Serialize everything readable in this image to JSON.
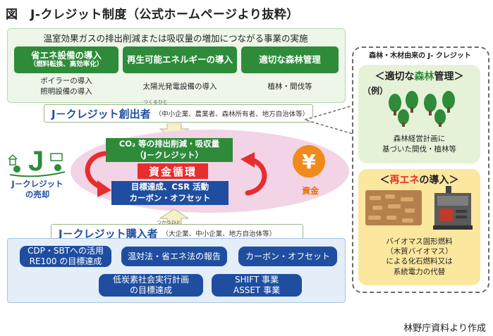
{
  "title": "図　J-クレジット制度（公式ホームページより抜粋）",
  "creator": {
    "header": "温室効果ガスの排出削減または吸収量の増加につながる事業の実施",
    "projects": [
      {
        "label": "省エネ設備の導入",
        "sub": "（燃料転換、高効率化）",
        "note1": "ボイラーの導入",
        "note2": "照明設備の導入"
      },
      {
        "label": "再生可能エネルギーの導入",
        "sub": "",
        "note1": "太陽光発電設備の導入",
        "note2": ""
      },
      {
        "label": "適切な森林管理",
        "sub": "",
        "note1": "植林・間伐等",
        "note2": ""
      }
    ],
    "role_ruby": "つくるひと",
    "role": "J－クレジット創出者",
    "role_detail": "（中小企業、農業者、森林所有者、地方自治体等）"
  },
  "cycle": {
    "top_line1": "CO₂ 等の排出削減・吸収量",
    "top_line2": "（J－クレジット）",
    "center": "資金循環",
    "bottom_line1": "目標達成、CSR 活動",
    "bottom_line2": "カーボン・オフセット",
    "sale_line1": "J－クレジット",
    "sale_line2": "の売却",
    "logo_letter": "J",
    "money_symbol": "¥",
    "money_label": "資金"
  },
  "buyer": {
    "role_ruby": "つかうひと",
    "role": "J－クレジット購入者",
    "role_detail": "（大企業、中小企業、地方自治体等）",
    "uses": [
      {
        "line1": "CDP・SBTへの活用",
        "line2": "RE100 の目標達成"
      },
      {
        "line1": "温対法・省エネ法の報告",
        "line2": ""
      },
      {
        "line1": "カーボン・オフセット",
        "line2": ""
      },
      {
        "line1": "低炭素社会実行計画",
        "line2": "の目標達成"
      },
      {
        "line1": "SHIFT 事業",
        "line2": "ASSET 事業"
      }
    ]
  },
  "side": {
    "title": "森林・木材由来の J- クレジット",
    "forest": {
      "title_pre": "＜適切な",
      "title_mid": "森林",
      "title_post": "管理＞",
      "example": "（例）",
      "line1": "森林経営計画に",
      "line2": "基づいた間伐・植林等"
    },
    "energy": {
      "title_pre": "＜",
      "title_mid": "再エネ",
      "title_post": "の導入＞",
      "line1": "バイオマス固形燃料",
      "line2": "（木質バイオマス）",
      "line3": "による化石燃料又は",
      "line4": "系統電力の代替"
    }
  },
  "credit": "林野庁資料より作成",
  "colors": {
    "green": "#2e8b3a",
    "blue": "#1f4ea0",
    "red": "#e62e2e",
    "pink": "#f2d4e6",
    "orange": "#f08a1c"
  }
}
